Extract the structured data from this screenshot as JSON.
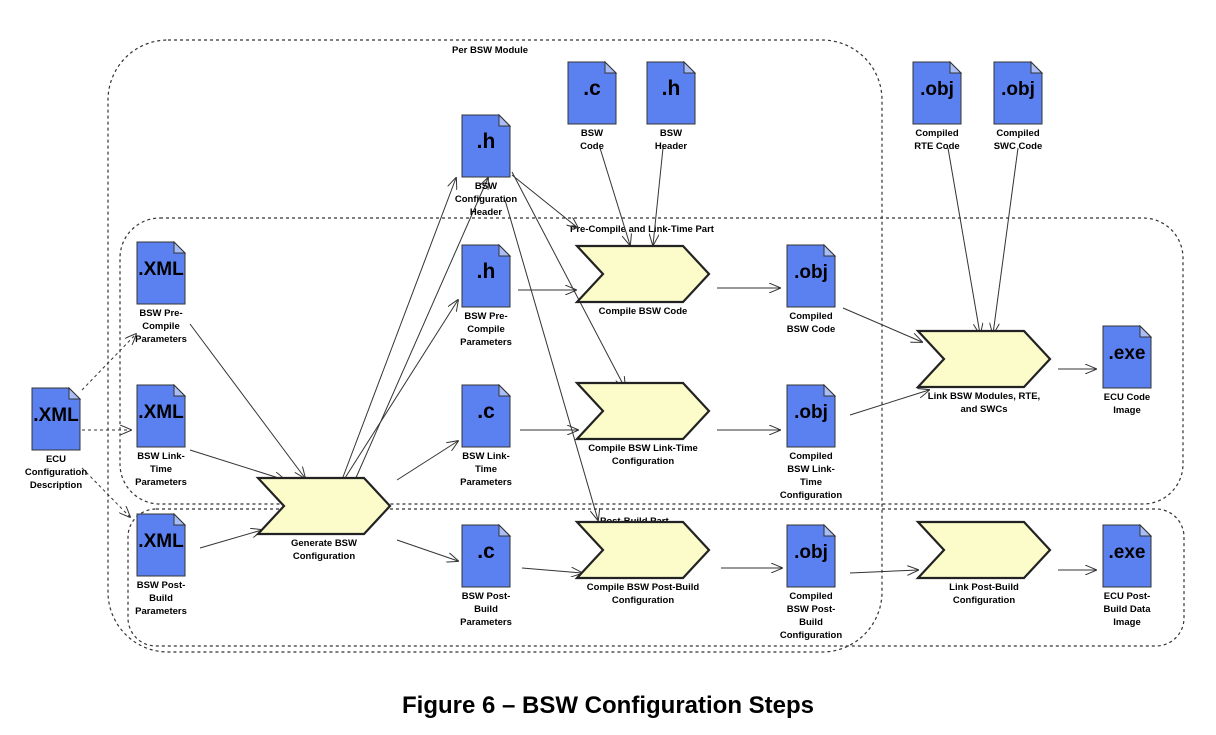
{
  "caption": "Figure 6 – BSW Configuration Steps",
  "colors": {
    "file": "#5b80f0",
    "file_fold": "#a9bdf7",
    "process": "#fcfccb",
    "stroke": "#333333"
  },
  "regions": {
    "per_module": "Per BSW Module",
    "pre_compile": "Pre-Compile and Link-Time Part",
    "post_build": "Post-Build Part"
  },
  "files": {
    "ecu_desc": {
      "ext": ".XML",
      "label": [
        "ECU",
        "Configuration",
        "Description"
      ]
    },
    "pre_xml": {
      "ext": ".XML",
      "label": [
        "BSW Pre-",
        "Compile",
        "Parameters"
      ]
    },
    "link_xml": {
      "ext": ".XML",
      "label": [
        "BSW Link-",
        "Time",
        "Parameters"
      ]
    },
    "post_xml": {
      "ext": ".XML",
      "label": [
        "BSW Post-",
        "Build",
        "Parameters"
      ]
    },
    "cfg_header": {
      "ext": ".h",
      "label": [
        "BSW",
        "Configuration",
        "Header"
      ]
    },
    "bsw_code": {
      "ext": ".c",
      "label": [
        "BSW",
        "Code"
      ]
    },
    "bsw_header": {
      "ext": ".h",
      "label": [
        "BSW",
        "Header"
      ]
    },
    "pre_h": {
      "ext": ".h",
      "label": [
        "BSW Pre-",
        "Compile",
        "Parameters"
      ]
    },
    "link_c": {
      "ext": ".c",
      "label": [
        "BSW Link-",
        "Time",
        "Parameters"
      ]
    },
    "post_c": {
      "ext": ".c",
      "label": [
        "BSW Post-",
        "Build",
        "Parameters"
      ]
    },
    "obj_bsw": {
      "ext": ".obj",
      "label": [
        "Compiled",
        "BSW Code"
      ]
    },
    "obj_link": {
      "ext": ".obj",
      "label": [
        "Compiled",
        "BSW Link-",
        "Time",
        "Configuration"
      ]
    },
    "obj_post": {
      "ext": ".obj",
      "label": [
        "Compiled",
        "BSW Post-",
        "Build",
        "Configuration"
      ]
    },
    "obj_rte": {
      "ext": ".obj",
      "label": [
        "Compiled",
        "RTE Code"
      ]
    },
    "obj_swc": {
      "ext": ".obj",
      "label": [
        "Compiled",
        "SWC Code"
      ]
    },
    "exe_ecu": {
      "ext": ".exe",
      "label": [
        "ECU Code",
        "Image"
      ]
    },
    "exe_post": {
      "ext": ".exe",
      "label": [
        "ECU Post-",
        "Build Data",
        "Image"
      ]
    }
  },
  "processes": {
    "generate": {
      "label": [
        "Generate BSW",
        "Configuration"
      ]
    },
    "compile_code": {
      "label": [
        "Compile BSW Code"
      ]
    },
    "compile_link": {
      "label": [
        "Compile BSW Link-Time",
        "Configuration"
      ]
    },
    "compile_post": {
      "label": [
        "Compile BSW Post-Build",
        "Configuration"
      ]
    },
    "link_modules": {
      "label": [
        "Link BSW Modules, RTE,",
        "and SWCs"
      ]
    },
    "link_post": {
      "label": [
        "Link Post-Build",
        "Configuration"
      ]
    }
  }
}
